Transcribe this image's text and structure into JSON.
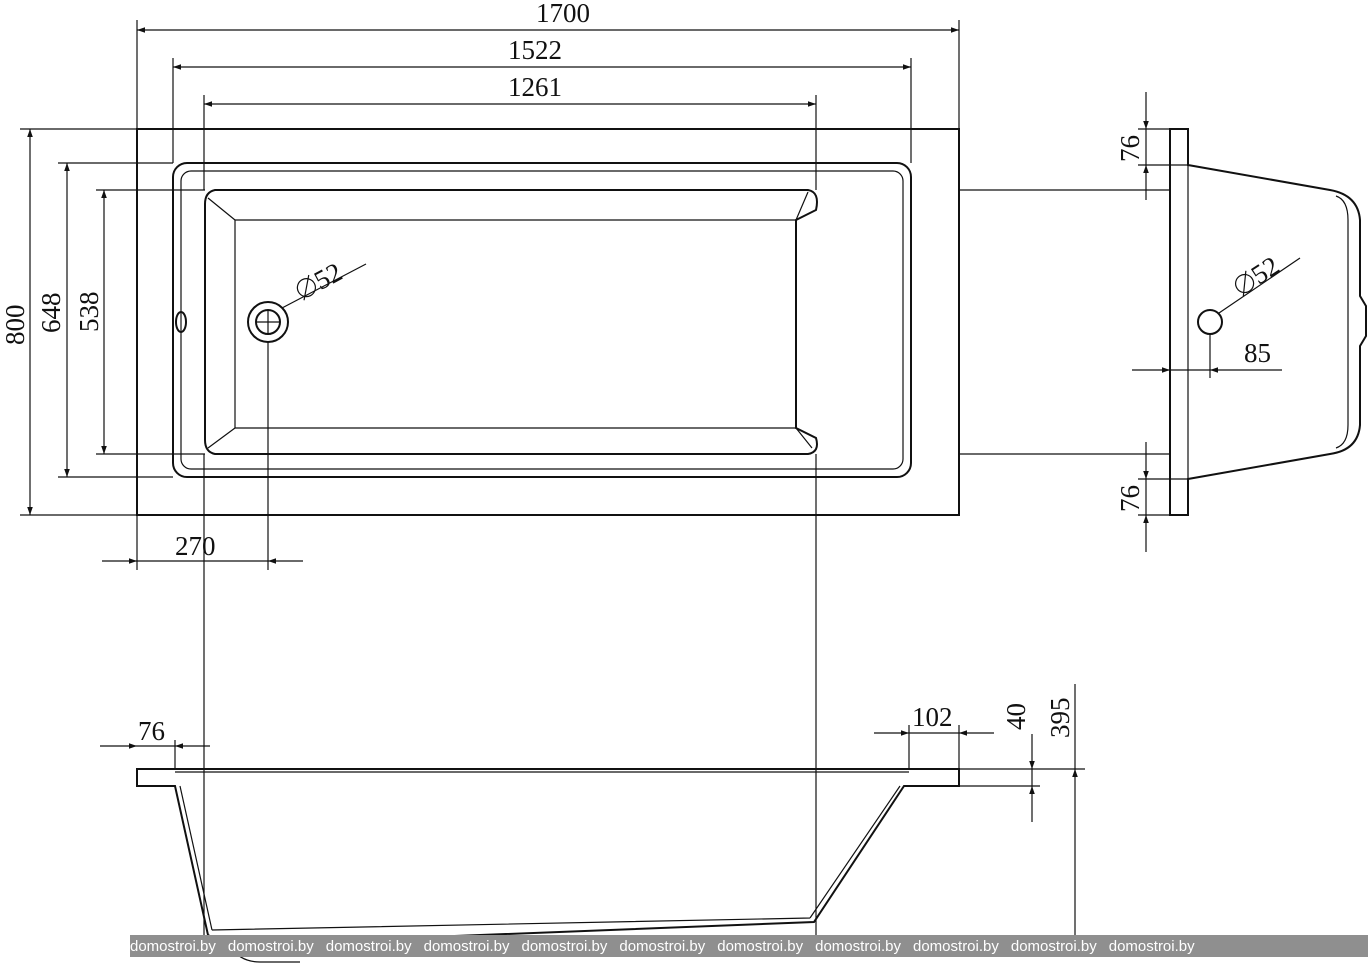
{
  "dimensions": {
    "overall_length": "1700",
    "inner_rim_length": "1522",
    "bottom_length": "1261",
    "overall_width": "800",
    "inner_rim_width": "648",
    "bottom_width": "538",
    "drain_offset": "270",
    "drain_diameter": "52",
    "side_rim_top": "76",
    "side_rim_bottom": "76",
    "side_drain_diameter": "52",
    "side_drain_height": "85",
    "front_rim_left": "76",
    "front_rim_right": "102",
    "rim_thickness": "40",
    "total_height": "395"
  },
  "watermark": {
    "items": [
      "domostroi.by",
      "domostroi.by",
      "domostroi.by",
      "domostroi.by",
      "domostroi.by",
      "domostroi.by",
      "domostroi.by",
      "domostroi.by",
      "domostroi.by",
      "domostroi.by",
      "domostroi.by"
    ]
  },
  "icons": {
    "diameter_symbol": "diameter-icon",
    "arrowhead": "arrowhead-icon"
  }
}
